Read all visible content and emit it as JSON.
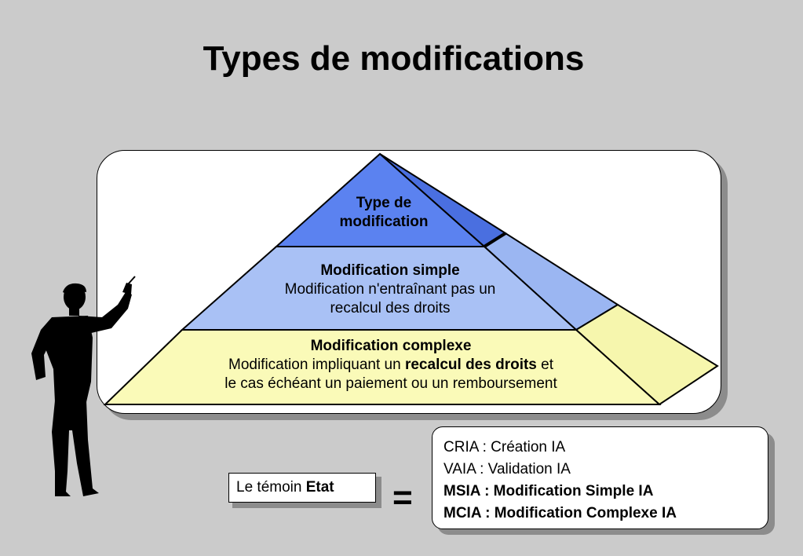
{
  "title": "Types de modifications",
  "pyramid": {
    "top": {
      "line1": "Type de",
      "line2": "modification"
    },
    "middle": {
      "heading": "Modification simple",
      "line1": "Modification n'entraînant pas un",
      "line2": "recalcul des droits"
    },
    "bottom": {
      "heading": "Modification complexe",
      "line1_pre": "Modification impliquant un ",
      "line1_bold": "recalcul des droits",
      "line1_post": " et",
      "line2": "le cas échéant un paiement ou un remboursement"
    },
    "colors": {
      "top": "#5b82f0",
      "top_side": "#4a6fe0",
      "middle": "#a9c1f5",
      "middle_side": "#9bb6f2",
      "bottom": "#fafab8",
      "bottom_side": "#f6f6ad"
    }
  },
  "temoin": {
    "label_pre": "Le témoin ",
    "label_bold": "Etat"
  },
  "equals": "=",
  "legend": [
    {
      "text": "CRIA : Création IA",
      "bold": false
    },
    {
      "text": "VAIA : Validation IA",
      "bold": false
    },
    {
      "text": "MSIA : Modification Simple IA",
      "bold": true
    },
    {
      "text": "MCIA : Modification Complexe IA",
      "bold": true
    }
  ],
  "figure": {
    "icon": "presenter-silhouette-icon"
  }
}
